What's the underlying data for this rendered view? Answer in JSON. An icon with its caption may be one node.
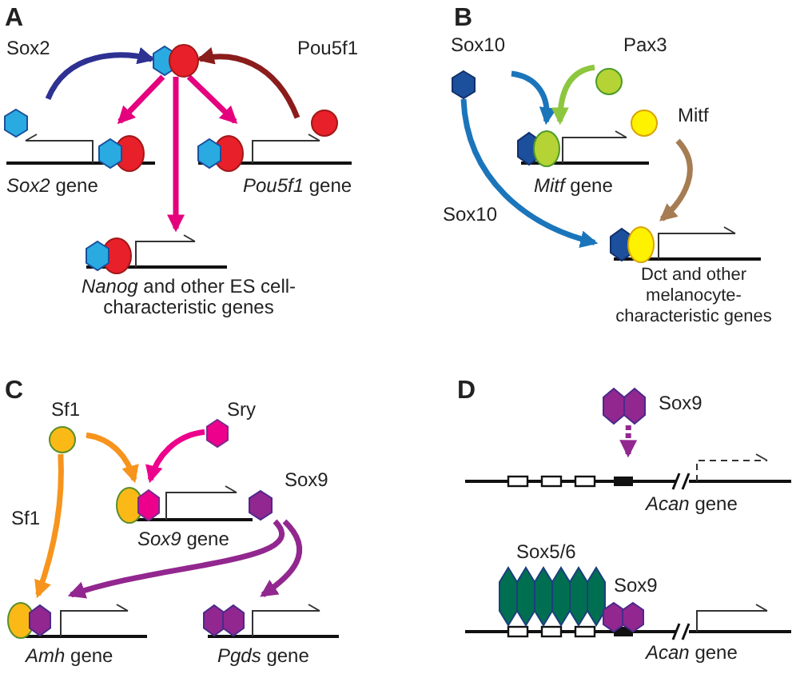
{
  "diagram": {
    "nodes": [
      {
        "text": [
          "Sox2"
        ]
      },
      {
        "text": [],
        "shape": "complex"
      },
      {
        "text": [
          "Pou5f1"
        ]
      },
      {
        "text": [
          "*Sox2* gene"
        ]
      },
      {
        "text": [
          "*Pou5f1* gene"
        ]
      },
      {
        "text": [
          "*Nanog* and other ES cell-characteristic genes"
        ]
      },
      {
        "text": [
          "Sox10"
        ]
      },
      {
        "text": [
          "Pax3"
        ]
      },
      {
        "text": [
          "*Mitf* gene"
        ]
      },
      {
        "text": [
          "Mitf"
        ]
      },
      {
        "text": [
          "Dct and other melanocyte-characteristic genes"
        ]
      },
      {
        "text": [
          "Sf1"
        ]
      },
      {
        "text": [
          "Sry"
        ]
      },
      {
        "text": [
          "*Sox9* gene"
        ]
      },
      {
        "text": [
          "Sox9"
        ]
      },
      {
        "text": [
          "*Amh* gene"
        ]
      },
      {
        "text": [
          "*Pgds* gene"
        ]
      },
      {
        "text": [
          "Sox9"
        ]
      },
      {
        "text": [
          "*Acan* gene"
        ]
      },
      {
        "text": [
          "*Acan* gene"
        ]
      }
    ],
    "edges": [
      {
        "from": 0,
        "to": 1,
        "arrow": "to",
        "color": "#2e3192"
      },
      {
        "from": 2,
        "to": 1,
        "arrow": "to",
        "color": "#8b1c1c"
      },
      {
        "from": 1,
        "to": 3,
        "arrow": "to",
        "color": "#e5007e"
      },
      {
        "from": 1,
        "to": 5,
        "arrow": "to",
        "color": "#e5007e"
      },
      {
        "from": 1,
        "to": 4,
        "arrow": "to",
        "color": "#e5007e"
      },
      {
        "from": 6,
        "to": 8,
        "arrow": "to",
        "color": "#1b75bb"
      },
      {
        "from": 7,
        "to": 8,
        "arrow": "to",
        "color": "#8dc63f"
      },
      {
        "from": 9,
        "to": 10,
        "arrow": "to",
        "color": "#a67c52"
      },
      {
        "from": 6,
        "to": 10,
        "arrow": "to",
        "label": "Sox10",
        "color": "#1b75bb"
      },
      {
        "from": 11,
        "to": 13,
        "arrow": "to",
        "color": "#f7941d"
      },
      {
        "from": 12,
        "to": 13,
        "arrow": "to",
        "color": "#ec008c"
      },
      {
        "from": 11,
        "to": 15,
        "arrow": "to",
        "label": "Sf1",
        "color": "#f7941d"
      },
      {
        "from": 14,
        "to": 15,
        "arrow": "to",
        "color": "#92278f"
      },
      {
        "from": 14,
        "to": 16,
        "arrow": "to",
        "color": "#92278f"
      },
      {
        "from": 17,
        "to": 18,
        "arrow": "to",
        "style": "dashed",
        "color": "#92278f"
      }
    ],
    "labels": [
      "A",
      "B",
      "C",
      "D",
      "Sox5/6",
      "Sox9"
    ]
  }
}
